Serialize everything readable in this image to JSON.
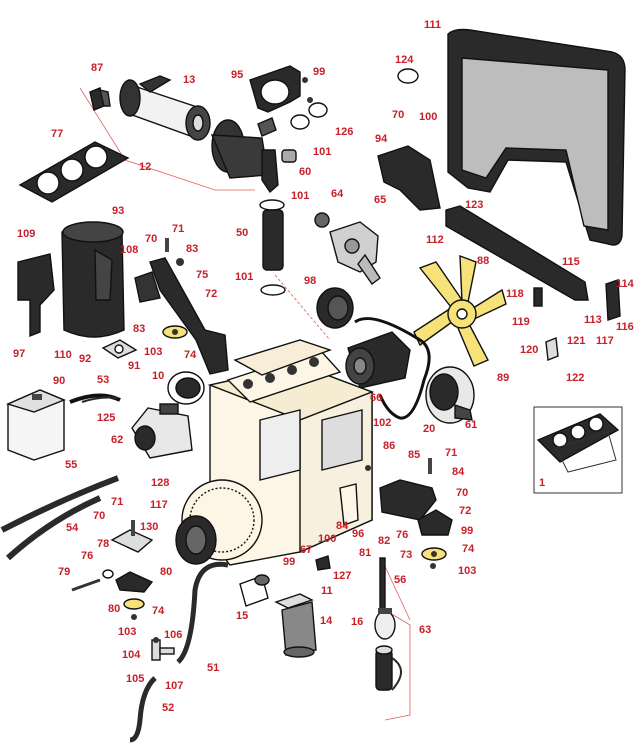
{
  "colors": {
    "label": "#c8202a",
    "outline": "#111111",
    "engine_fill": "#fdf6e6",
    "fan_fill": "#f7e27a",
    "dark_part": "#2a2a2a",
    "screen_fill": "#bdbdbd"
  },
  "labels": {
    "l87": "87",
    "l13": "13",
    "l95": "95",
    "l99a": "99",
    "l111": "111",
    "l124": "124",
    "l77": "77",
    "l12": "12",
    "l126": "126",
    "l70a": "70",
    "l100a": "100",
    "l94": "94",
    "l101a": "101",
    "l60": "60",
    "l101b": "101",
    "l64": "64",
    "l65": "65",
    "l93": "93",
    "l123": "123",
    "l109": "109",
    "l71a": "71",
    "l70b": "70",
    "l108": "108",
    "l83a": "83",
    "l75": "75",
    "l50": "50",
    "l112": "112",
    "l88": "88",
    "l115": "115",
    "l101c": "101",
    "l98": "98",
    "l114": "114",
    "l72a": "72",
    "l118": "118",
    "l97": "97",
    "l83b": "83",
    "l119": "119",
    "l113": "113",
    "l116": "116",
    "l121": "121",
    "l117a": "117",
    "l110": "110",
    "l92": "92",
    "l103a": "103",
    "l74a": "74",
    "l91": "91",
    "l120": "120",
    "l90": "90",
    "l53": "53",
    "l10": "10",
    "l66": "66",
    "l89": "89",
    "l122": "122",
    "l125": "125",
    "l62": "62",
    "l102": "102",
    "l20": "20",
    "l61": "61",
    "l86": "86",
    "l71b": "71",
    "l85": "85",
    "l84a": "84",
    "l55": "55",
    "l128": "128",
    "l1": "1",
    "l70c": "70",
    "l117b": "117",
    "l54": "54",
    "l71c": "71",
    "l70d": "70",
    "l84b": "84",
    "l96": "96",
    "l72b": "72",
    "l130": "130",
    "l78": "78",
    "l100b": "100",
    "l67": "67",
    "l81": "81",
    "l82": "82",
    "l76a": "76",
    "l99b": "99",
    "l73": "73",
    "l74b": "74",
    "l76b": "76",
    "l99c": "99",
    "l127": "127",
    "l103b": "103",
    "l79": "79",
    "l80a": "80",
    "l56": "56",
    "l80b": "80",
    "l74c": "74",
    "l15": "15",
    "l11": "11",
    "l103c": "103",
    "l14": "14",
    "l16": "16",
    "l63": "63",
    "l106": "106",
    "l104": "104",
    "l51": "51",
    "l105": "105",
    "l107": "107",
    "l52": "52"
  }
}
